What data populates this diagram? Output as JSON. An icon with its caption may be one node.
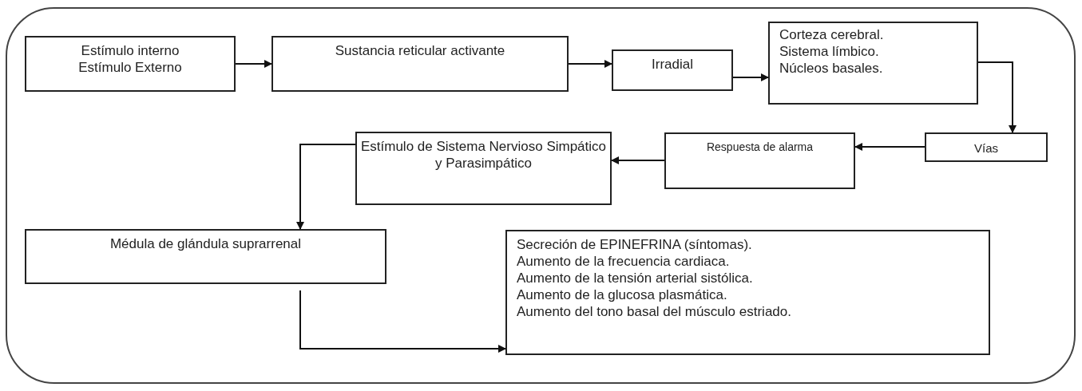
{
  "diagram": {
    "nodes": [
      {
        "text": [
          "Estímulo interno",
          "Estímulo Externo"
        ]
      },
      {
        "text": [
          "Sustancia reticular activante"
        ]
      },
      {
        "text": [
          "Irradial"
        ]
      },
      {
        "text": [
          "Corteza cerebral.",
          "Sistema límbico.",
          "Núcleos basales."
        ]
      },
      {
        "text": [
          "Vías"
        ]
      },
      {
        "text": [
          "Respuesta de alarma"
        ]
      },
      {
        "text": [
          "Estímulo de Sistema Nervioso Simpático y Parasimpático"
        ]
      },
      {
        "text": [
          "Médula de glándula suprarrenal"
        ]
      },
      {
        "text": [
          "Secreción de EPINEFRINA (síntomas).",
          "Aumento de la frecuencia cardiaca.",
          "Aumento de la tensión arterial sistólica.",
          "Aumento de la glucosa plasmática.",
          "Aumento del tono basal del músculo estriado."
        ]
      }
    ],
    "edges": [
      {
        "from": 0,
        "to": 1,
        "arrow": "to"
      },
      {
        "from": 1,
        "to": 2,
        "arrow": "to"
      },
      {
        "from": 2,
        "to": 3,
        "arrow": "to"
      },
      {
        "from": 3,
        "to": 4,
        "arrow": "to"
      },
      {
        "from": 4,
        "to": 5,
        "arrow": "to"
      },
      {
        "from": 5,
        "to": 6,
        "arrow": "to"
      },
      {
        "from": 6,
        "to": 7,
        "arrow": "to"
      },
      {
        "from": 7,
        "to": 8,
        "arrow": "to"
      }
    ]
  }
}
